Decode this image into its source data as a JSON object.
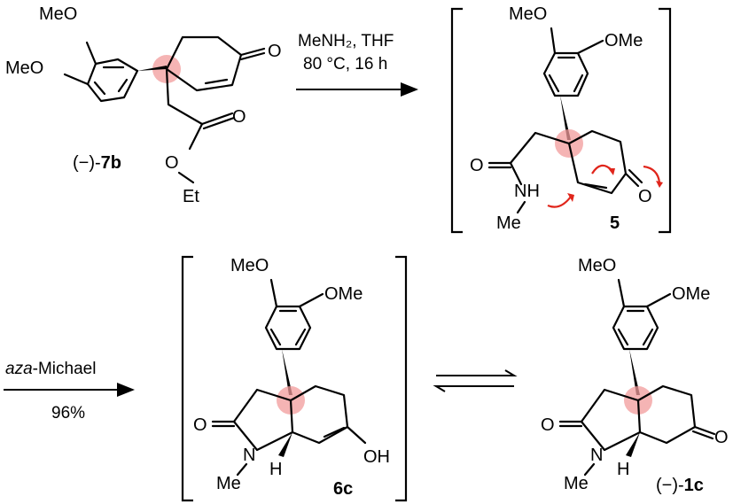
{
  "colors": {
    "stereocenter_highlight": "#f29b9b",
    "curly_arrow": "#e0251b",
    "ink": "#000000"
  },
  "compounds": {
    "start": {
      "sign": "(−)-",
      "id": "7b",
      "ome_1": "MeO",
      "ome_2": "MeO",
      "ketone_o": "O",
      "ester_o_carbonyl": "O",
      "ester_o": "O",
      "ester_et": "Et"
    },
    "intermediate": {
      "id": "5",
      "ome_1": "MeO",
      "ome_2": "OMe",
      "amide_o": "O",
      "nh": "NH",
      "n_me": "Me",
      "ketone_o": "O"
    },
    "enol": {
      "id": "6c",
      "ome_1": "MeO",
      "ome_2": "OMe",
      "amide_o": "O",
      "n": "N",
      "n_me": "Me",
      "h": "H",
      "oh": "OH"
    },
    "product": {
      "sign": "(−)-",
      "id": "1c",
      "ome_1": "MeO",
      "ome_2": "OMe",
      "amide_o": "O",
      "n": "N",
      "n_me": "Me",
      "h": "H",
      "ketone_o": "O"
    }
  },
  "reactions": {
    "step1": {
      "reagents": "MeNH₂, THF",
      "conditions": "80 °C, 16 h"
    },
    "step2": {
      "name_italic": "aza",
      "name_rest": "-Michael",
      "yield": "96%"
    },
    "step3": {
      "type": "equilibrium"
    }
  }
}
